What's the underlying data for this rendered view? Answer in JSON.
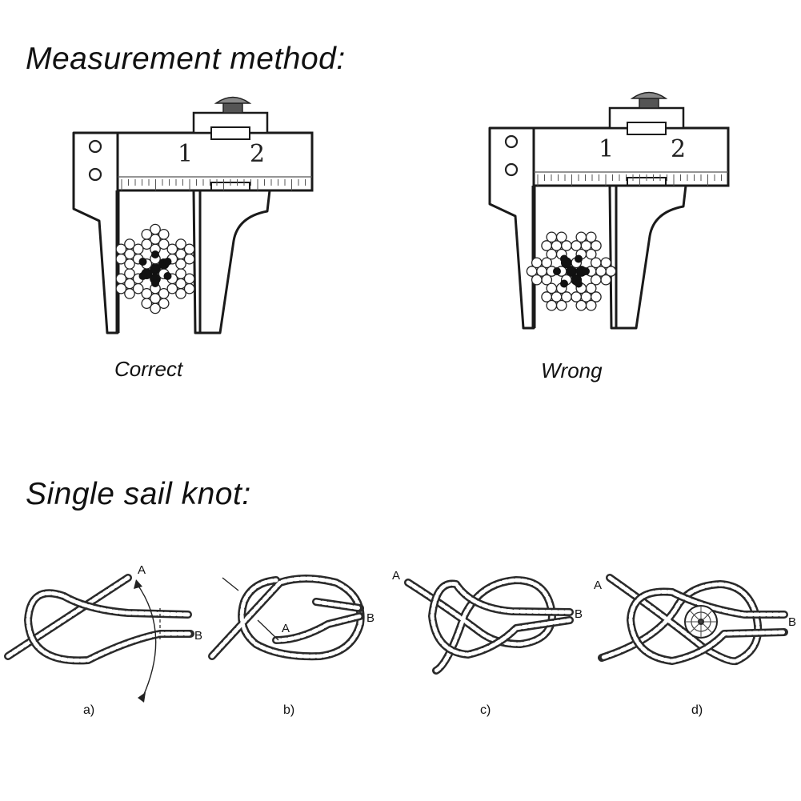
{
  "measurement": {
    "heading": "Measurement method:",
    "correct_label": "Correct",
    "wrong_label": "Wrong",
    "scale_marks": [
      "1",
      "2"
    ]
  },
  "knot": {
    "heading": "Single sail knot:",
    "steps": [
      {
        "label": "a)",
        "points": [
          "A",
          "B"
        ]
      },
      {
        "label": "b)",
        "points": [
          "A",
          "B"
        ]
      },
      {
        "label": "c)",
        "points": [
          "A",
          "B"
        ]
      },
      {
        "label": "d)",
        "points": [
          "A",
          "B"
        ]
      }
    ]
  }
}
